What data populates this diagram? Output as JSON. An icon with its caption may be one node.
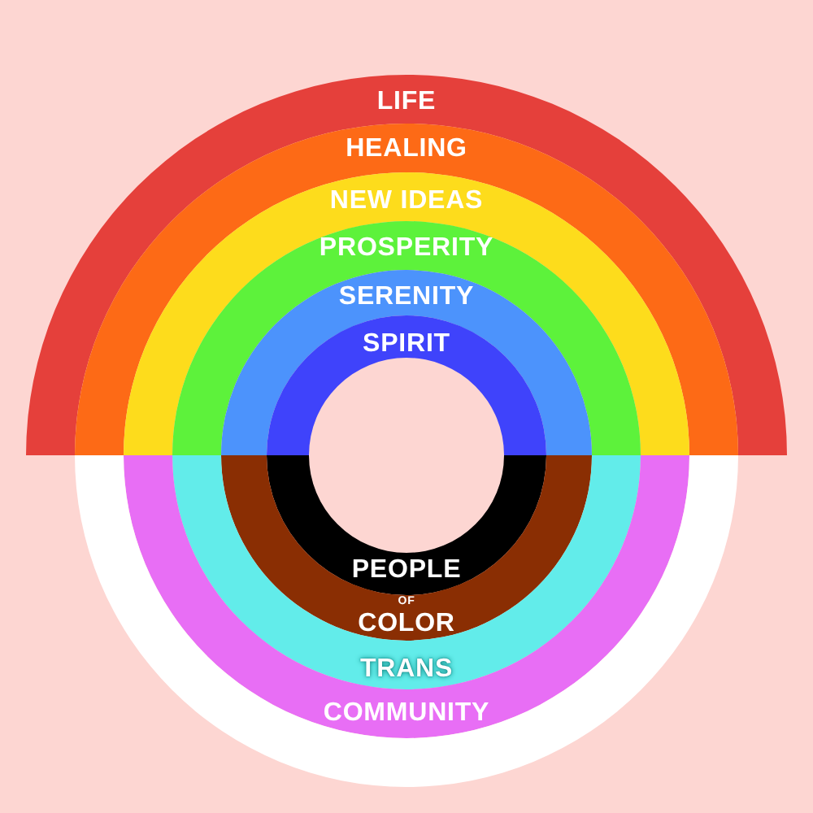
{
  "diagram": {
    "nodes": [
      {
        "text": [
          "LIFE"
        ]
      },
      {
        "text": [
          "HEALING"
        ]
      },
      {
        "text": [
          "NEW IDEAS"
        ]
      },
      {
        "text": [
          "PROSPERITY"
        ]
      },
      {
        "text": [
          "SERENITY"
        ]
      },
      {
        "text": [
          "SPIRIT"
        ]
      },
      {
        "text": [
          "PEOPLE"
        ]
      },
      {
        "text": [
          "OF",
          "COLOR"
        ]
      },
      {
        "text": [
          "TRANS"
        ]
      },
      {
        "text": [
          "COMMUNITY"
        ]
      },
      {
        "text": [],
        "shape": "band"
      }
    ]
  }
}
